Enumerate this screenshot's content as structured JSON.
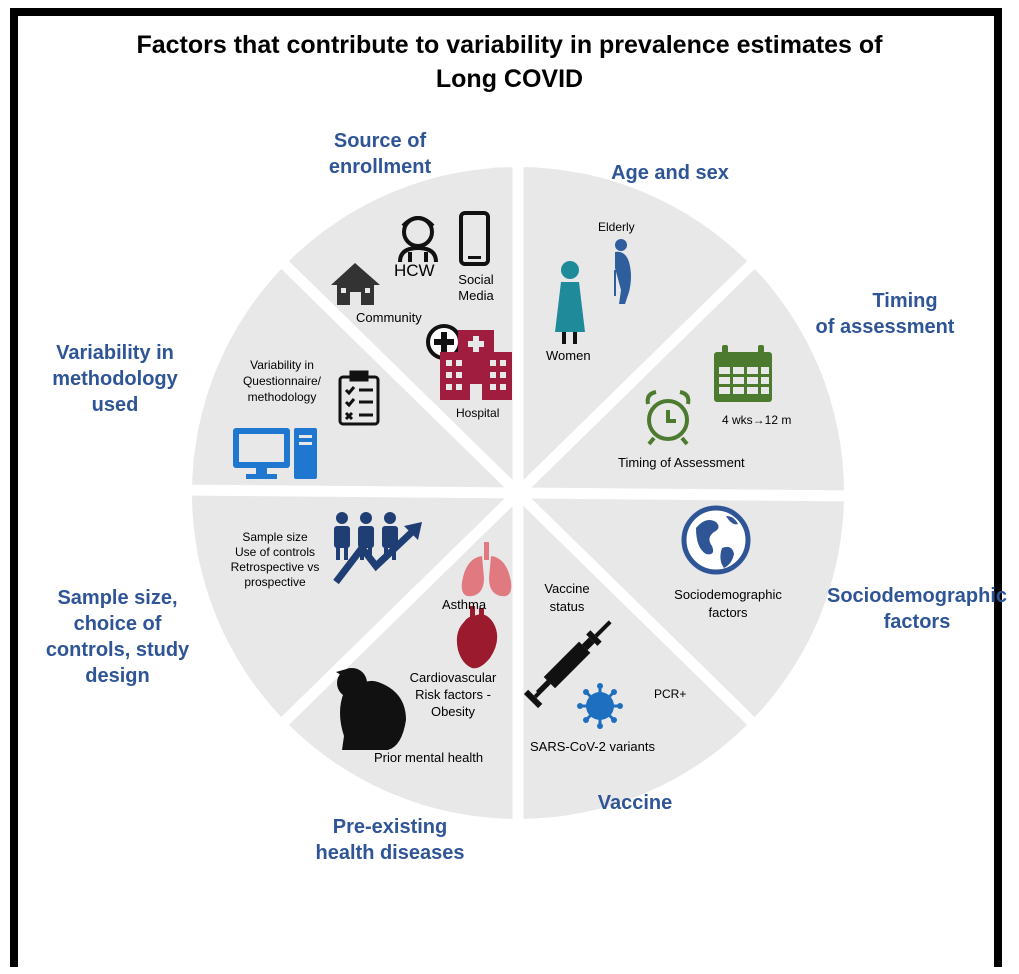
{
  "title_line1": "Factors that contribute to variability in prevalence estimates of",
  "title_line2": "Long COVID",
  "categories": {
    "source": [
      "Source of",
      "enrollment"
    ],
    "age_sex": [
      "Age and sex"
    ],
    "timing": [
      "Timing",
      "of assessment"
    ],
    "methodology": [
      "Variability in",
      "methodology",
      "used"
    ],
    "sample": [
      "Sample size,",
      "choice of",
      "controls, study",
      "design"
    ],
    "socio": [
      "Sociodemographic",
      "factors"
    ],
    "vaccine": [
      "Vaccine"
    ],
    "preexisting": [
      "Pre-existing",
      "health diseases"
    ]
  },
  "labels": {
    "hcw": "HCW",
    "social_media": [
      "Social",
      "Media"
    ],
    "community": "Community",
    "hospital": "Hospital",
    "elderly": "Elderly",
    "women": "Women",
    "timeline": "4 wks→12 m",
    "timing_assessment": "Timing of Assessment",
    "questionnaire": [
      "Variability in",
      "Questionnaire/",
      "methodology"
    ],
    "sample_design": [
      "Sample size",
      "Use of controls",
      "Retrospective vs",
      "prospective"
    ],
    "asthma": "Asthma",
    "cardio": [
      "Cardiovascular",
      "Risk factors -",
      "Obesity"
    ],
    "mental": "Prior mental health",
    "vaccine_status": [
      "Vaccine",
      "status"
    ],
    "pcr": "PCR+",
    "variants": "SARS-CoV-2 variants",
    "socio_factors": [
      "Sociodemographic",
      "factors"
    ]
  },
  "colors": {
    "category_text": "#2f5597",
    "circle_fill": "#e8e8e8",
    "hospital": "#a11d3f",
    "lungs": "#e07a80",
    "heart": "#9c1a2e",
    "calendar": "#4c7a2e",
    "women": "#1e8a9a",
    "elderly": "#2f5e9c",
    "computer": "#1f77d0",
    "globe": "#2f5597",
    "virus": "#1f6fc0"
  }
}
